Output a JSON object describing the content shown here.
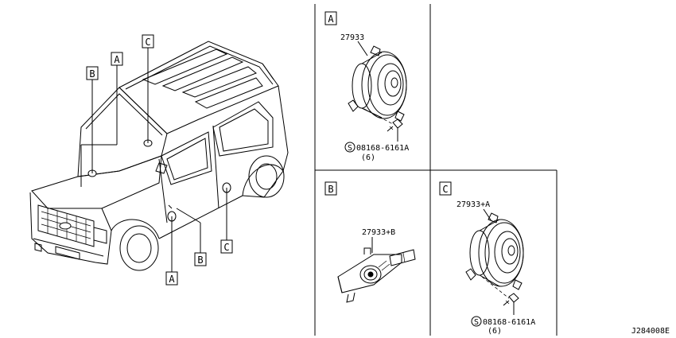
{
  "callouts": {
    "main_A": "A",
    "main_B": "B",
    "main_C": "C",
    "lower_A": "A",
    "lower_B": "B",
    "lower_C": "C"
  },
  "panels": {
    "a": {
      "label": "A",
      "part_no": "27933",
      "screw_no": "08168-6161A",
      "screw_qty": "(6)"
    },
    "b": {
      "label": "B",
      "part_no": "27933+B"
    },
    "c": {
      "label": "C",
      "part_no": "27933+A",
      "screw_no": "08168-6161A",
      "screw_qty": "(6)"
    }
  },
  "screw_symbol": "S",
  "drawing_number": "J284008E"
}
